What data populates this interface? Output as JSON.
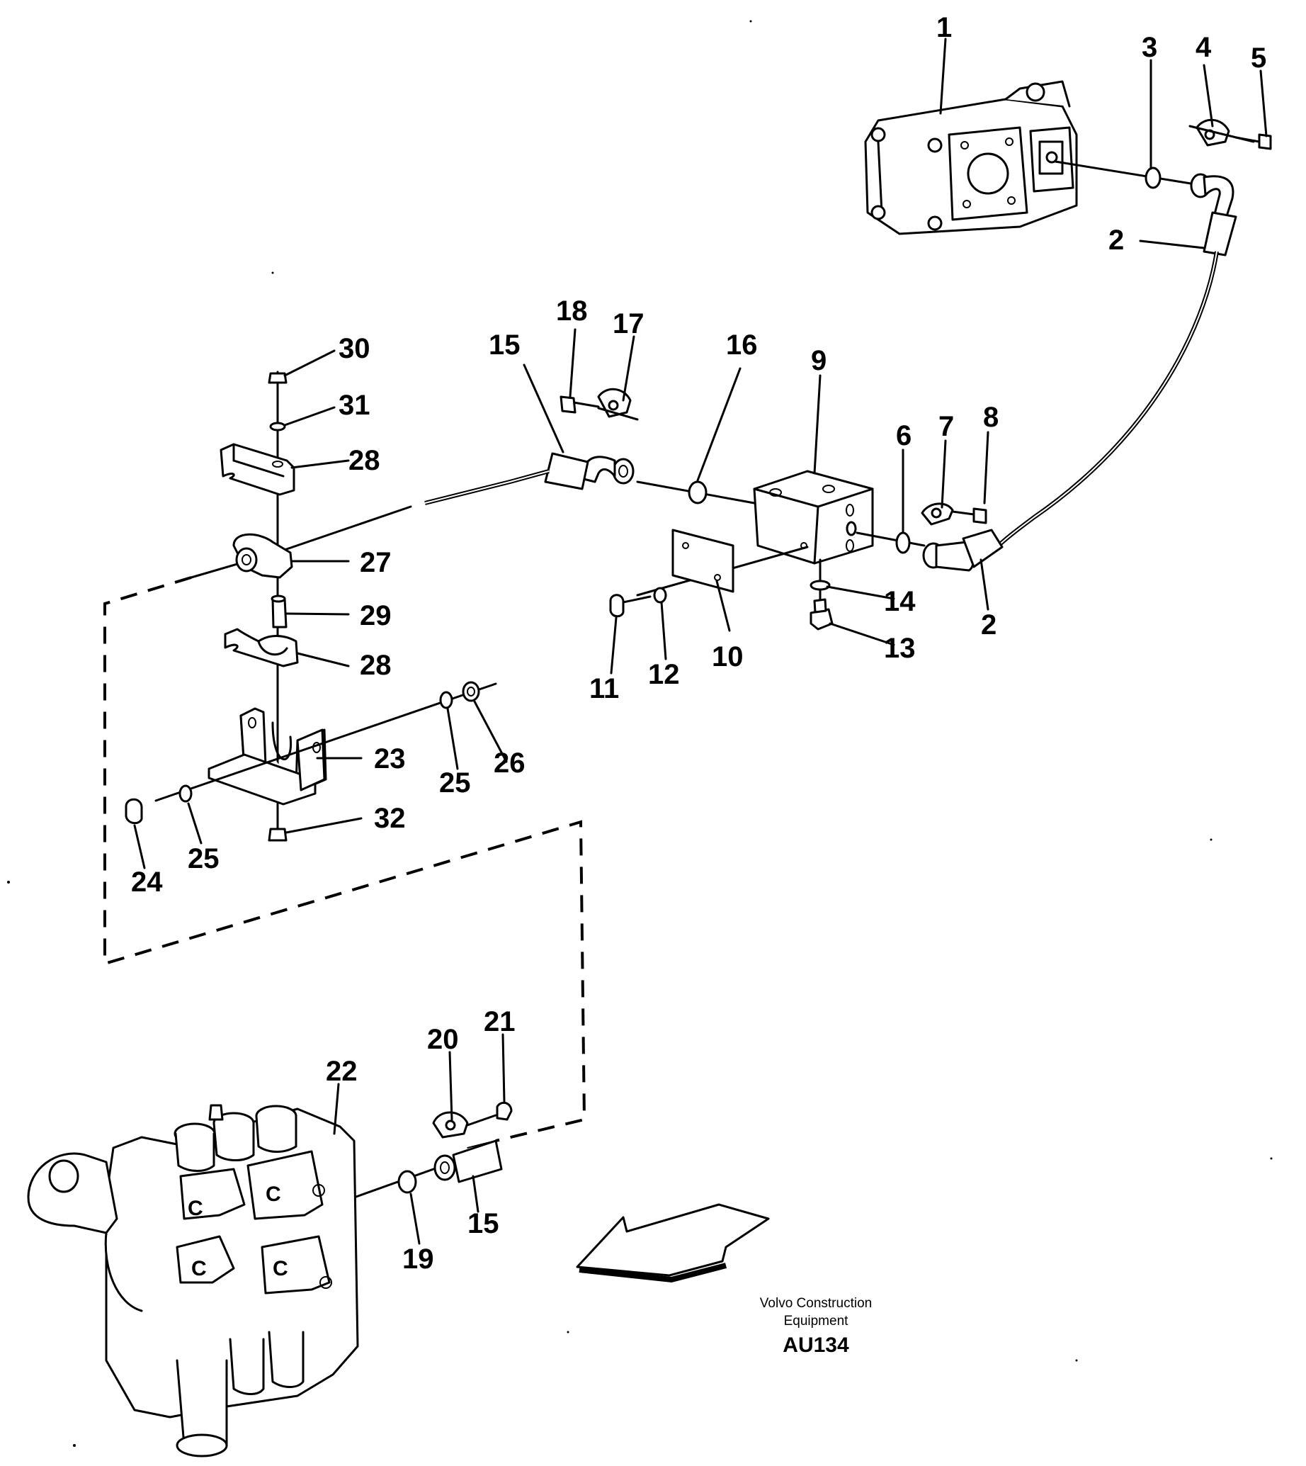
{
  "diagram": {
    "callouts": [
      "1",
      "2",
      "3",
      "4",
      "5",
      "6",
      "7",
      "8",
      "9",
      "10",
      "11",
      "12",
      "13",
      "14",
      "15",
      "16",
      "17",
      "18",
      "19",
      "20",
      "21",
      "22",
      "23",
      "24",
      "25",
      "26",
      "27",
      "28",
      "29",
      "30",
      "31",
      "32"
    ],
    "credit_line1": "Volvo Construction",
    "credit_line2": "Equipment",
    "drawing_code": "AU134"
  }
}
